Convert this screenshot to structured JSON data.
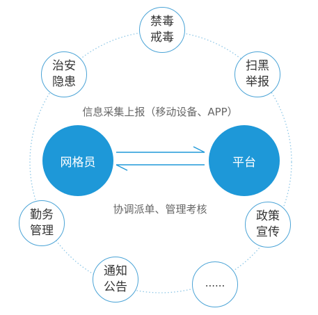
{
  "colors": {
    "accent": "#1e98d8",
    "ring": "#4aa3d6",
    "text": "#333333",
    "caption": "#666666"
  },
  "center": {
    "left_node": "网格员",
    "right_node": "平台",
    "top_caption": "信息采集上报（移动设备、APP）",
    "bottom_caption": "协调派单、管理考核"
  },
  "ring_nodes": [
    {
      "line1": "禁毒",
      "line2": "戒毒"
    },
    {
      "line1": "扫黑",
      "line2": "举报"
    },
    {
      "line1": "政策",
      "line2": "宣传"
    },
    {
      "line1": "......",
      "line2": ""
    },
    {
      "line1": "通知",
      "line2": "公告"
    },
    {
      "line1": "勤务",
      "line2": "管理"
    },
    {
      "line1": "治安",
      "line2": "隐患"
    }
  ]
}
